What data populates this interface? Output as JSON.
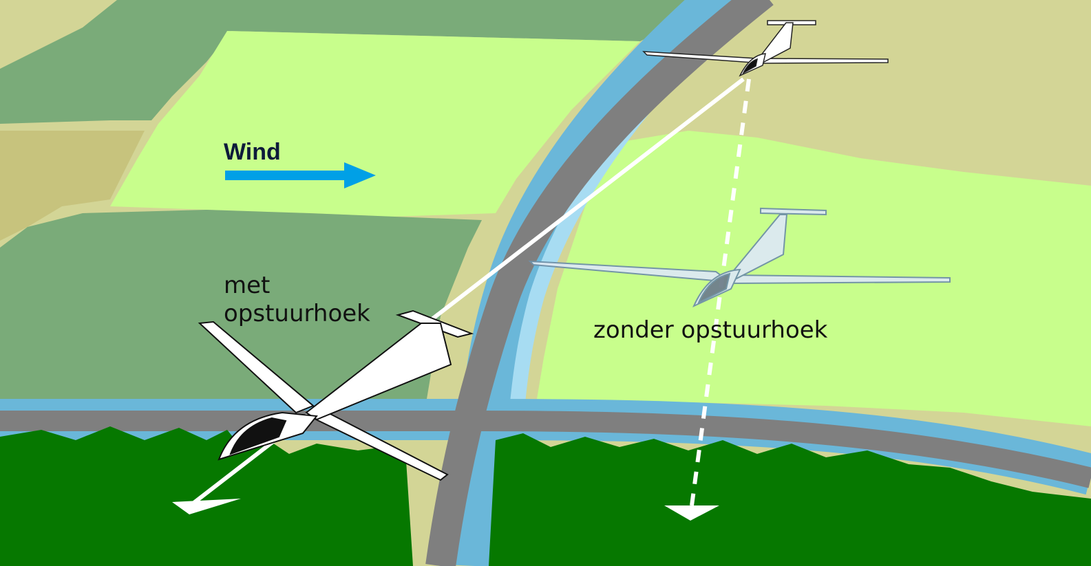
{
  "labels": {
    "wind": "Wind",
    "with_crab_line1": "met",
    "with_crab_line2": "opstuurhoek",
    "without_crab": "zonder opstuurhoek"
  },
  "colors": {
    "road": "#7f7f7f",
    "water": "#6ab7d9",
    "water_light": "#a7dcf2",
    "field_light": "#c8fe8c",
    "field_mid": "#7aab79",
    "field_tan": "#d3d596",
    "forest": "#067800",
    "wind_arrow": "#00a0e6"
  },
  "icons": [
    "wind-arrow-icon",
    "glider-icon"
  ]
}
